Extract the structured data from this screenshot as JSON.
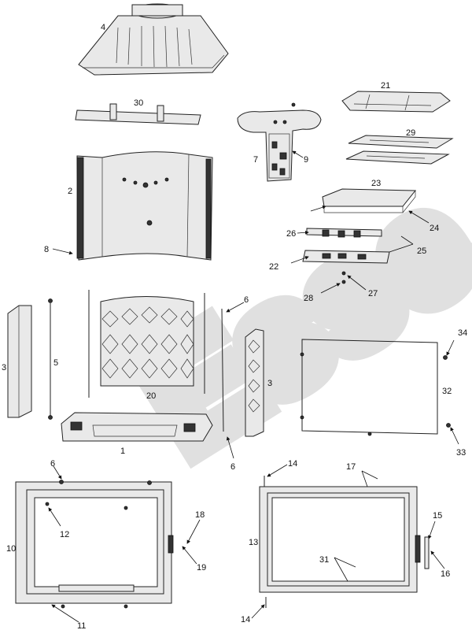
{
  "diagram": {
    "watermark": "Esse",
    "callouts": [
      "1",
      "2",
      "3",
      "4",
      "5",
      "6",
      "7",
      "8",
      "9",
      "12",
      "13",
      "14",
      "15",
      "16",
      "17",
      "18",
      "19",
      "20",
      "21",
      "22",
      "23",
      "24",
      "25",
      "26",
      "27",
      "28",
      "29",
      "30",
      "31",
      "32",
      "33",
      "34",
      "10",
      "11"
    ]
  }
}
